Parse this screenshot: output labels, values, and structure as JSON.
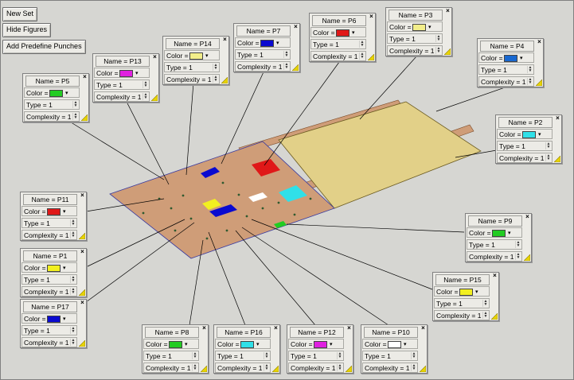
{
  "toolbar": {
    "new_set": "New Set",
    "hide_figures": "Hide Figures",
    "add_predefine_punches": "Add Predefine Punches"
  },
  "labels": {
    "color": "Color =",
    "type": "Type = 1",
    "complexity": "Complexity = 1"
  },
  "colors": {
    "background": "#d6d6d2",
    "sheet": "#cf9d78",
    "stamped_parts": "#e2d088",
    "leader_line": "#000000"
  },
  "panels": [
    {
      "name": "Name = P5",
      "color": "#22cc22"
    },
    {
      "name": "Name = P13",
      "color": "#e020e0"
    },
    {
      "name": "Name = P14",
      "color": "#f2ee8a"
    },
    {
      "name": "Name = P7",
      "color": "#0a0ad0"
    },
    {
      "name": "Name = P6",
      "color": "#e01818"
    },
    {
      "name": "Name = P3",
      "color": "#f2ee8a"
    },
    {
      "name": "Name = P4",
      "color": "#1868d0"
    },
    {
      "name": "Name = P2",
      "color": "#30e0e8"
    },
    {
      "name": "Name = P9",
      "color": "#22cc22"
    },
    {
      "name": "Name = P11",
      "color": "#e01818"
    },
    {
      "name": "Name = P1",
      "color": "#f2f020"
    },
    {
      "name": "Name = P17",
      "color": "#0a0ad0"
    },
    {
      "name": "Name = P15",
      "color": "#f2f020"
    },
    {
      "name": "Name = P8",
      "color": "#22cc22"
    },
    {
      "name": "Name = P16",
      "color": "#30e0e8"
    },
    {
      "name": "Name = P12",
      "color": "#e020e0"
    },
    {
      "name": "Name = P10",
      "color": "#ffffff"
    }
  ]
}
